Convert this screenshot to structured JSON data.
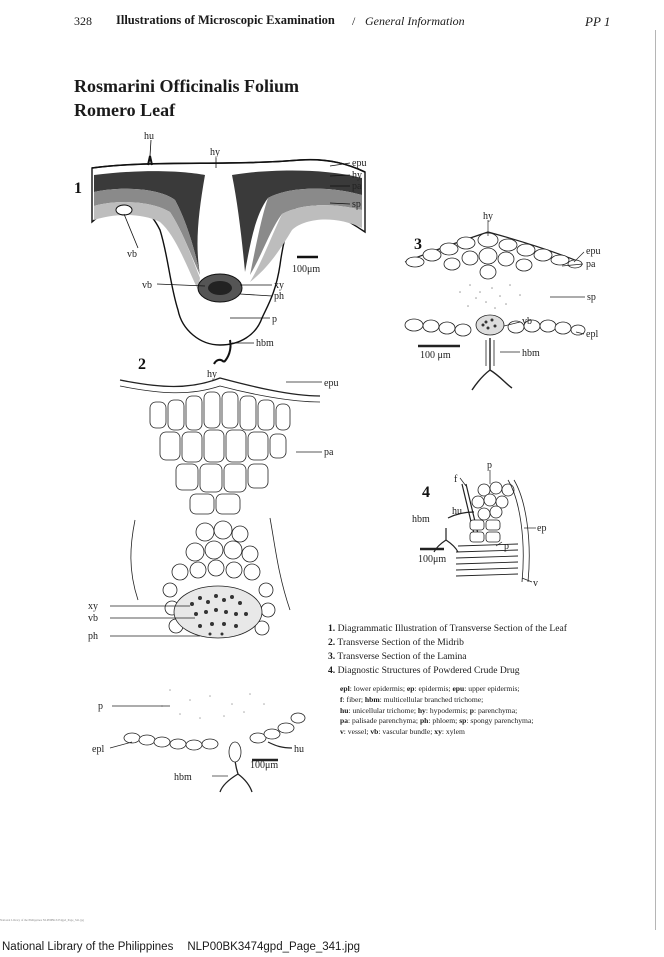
{
  "header": {
    "page_number": "328",
    "book_title": "Illustrations of Microscopic Examination",
    "separator": "/",
    "section": "General Information",
    "page_code": "PP 1"
  },
  "title": {
    "line1": "Rosmarini Officinalis Folium",
    "line2": "Romero Leaf"
  },
  "figure_labels": {
    "fig1": {
      "number": "1",
      "hu": "hu",
      "hy": "hy",
      "epu": "epu",
      "hy2": "hy",
      "pa": "pa",
      "sp": "sp",
      "vb": "vb",
      "vb2": "vb",
      "xy": "xy",
      "ph": "ph",
      "p": "p",
      "hbm": "hbm",
      "scale": "100μm"
    },
    "fig2": {
      "number": "2",
      "hy": "hy",
      "epu": "epu",
      "pa": "pa",
      "xy": "xy",
      "vb": "vb",
      "ph": "ph",
      "p": "p",
      "epl": "epl",
      "hu": "hu",
      "hbm": "hbm",
      "scale": "100μm"
    },
    "fig3": {
      "number": "3",
      "hy": "hy",
      "epu": "epu",
      "pa": "pa",
      "sp": "sp",
      "vb": "vb",
      "epl": "epl",
      "hbm": "hbm",
      "scale": "100 μm"
    },
    "fig4": {
      "number": "4",
      "p": "p",
      "f": "f",
      "hu": "hu",
      "hbm": "hbm",
      "ep": "ep",
      "p2": "p",
      "v": "v",
      "scale": "100μm"
    }
  },
  "captions": [
    {
      "num": "1.",
      "text": " Diagrammatic Illustration of Transverse Section of the Leaf"
    },
    {
      "num": "2.",
      "text": " Transverse Section of the Midrib"
    },
    {
      "num": "3.",
      "text": " Transverse Section of the Lamina"
    },
    {
      "num": "4.",
      "text": " Diagnostic  Structures of  Powdered Crude Drug"
    }
  ],
  "legend": [
    {
      "abbr": "epl",
      "desc": ": lower epidermis; "
    },
    {
      "abbr": "ep",
      "desc": ": epidermis; "
    },
    {
      "abbr": "epu",
      "desc": ": upper epidermis;"
    },
    {
      "abbr": "f",
      "desc": ": fiber; "
    },
    {
      "abbr": "hbm",
      "desc": ": multicellular branched trichome;"
    },
    {
      "abbr": "hu",
      "desc": ": unicellular trichome; "
    },
    {
      "abbr": "hy",
      "desc": ": hypodermis; "
    },
    {
      "abbr": "p",
      "desc": ": parenchyma;"
    },
    {
      "abbr": "pa",
      "desc": ": palisade parenchyma; "
    },
    {
      "abbr": "ph",
      "desc": ": phloem; "
    },
    {
      "abbr": "sp",
      "desc": ": spongy parenchyma;"
    },
    {
      "abbr": "v",
      "desc": ": vessel; "
    },
    {
      "abbr": "vb",
      "desc": ": vascular bundle; "
    },
    {
      "abbr": "xy",
      "desc": ": xylem"
    }
  ],
  "footer": {
    "tiny": "National Library of the Philippines    NLP00BK3474gpd_Page_341.jpg",
    "library": "National Library of the Philippines",
    "file": "NLP00BK3474gpd_Page_341.jpg"
  }
}
